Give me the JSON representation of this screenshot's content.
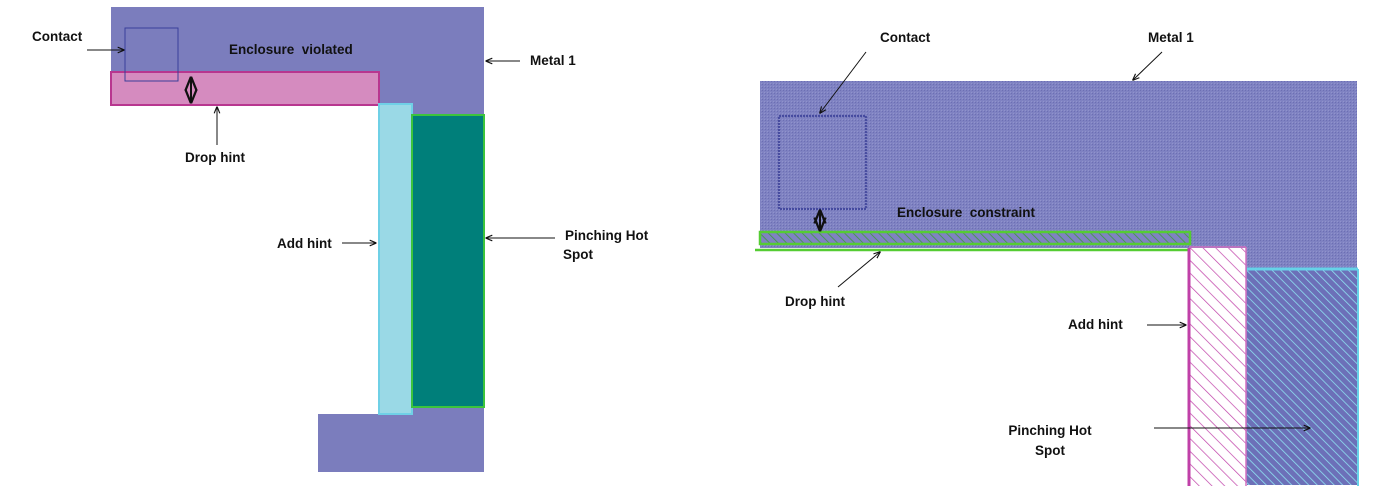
{
  "left_panel": {
    "labels": {
      "contact": "Contact",
      "enclosure_violated": "Enclosure  violated",
      "metal1": "Metal 1",
      "drop_hint": "Drop hint",
      "add_hint": "Add hint",
      "pinching_line1": "Pinching Hot",
      "pinching_line2": "Spot"
    }
  },
  "right_panel": {
    "labels": {
      "contact": "Contact",
      "metal1": "Metal 1",
      "enclosure_constraint": "Enclosure  constraint",
      "drop_hint": "Drop hint",
      "add_hint": "Add hint",
      "pinching_line1": "Pinching Hot",
      "pinching_line2": "Spot"
    }
  },
  "colors": {
    "metal1": "#7b7dbd",
    "drop_hint_fill": "#d58bbf",
    "drop_hint_border": "#b8368f",
    "add_hint_fill": "#9ad9e6",
    "add_hint_border": "#6fd0e6",
    "hotspot_fill": "#007f7a",
    "hotspot_border": "#3cc43c",
    "contact_border": "#232a8a",
    "right_green": "#55cc33",
    "right_magenta": "#c040a8",
    "right_cyan": "#66d2e8"
  }
}
